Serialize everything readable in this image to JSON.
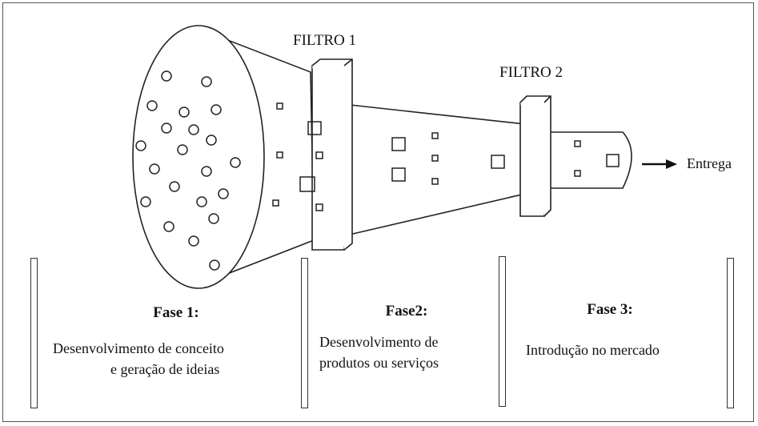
{
  "filters": [
    {
      "label": "FILTRO 1"
    },
    {
      "label": "FILTRO 2"
    }
  ],
  "delivery": {
    "label": "Entrega"
  },
  "phases": [
    {
      "title": "Fase 1:",
      "lines": [
        "Desenvolvimento de conceito",
        "e geração de ideias"
      ]
    },
    {
      "title": "Fase2:",
      "lines": [
        "Desenvolvimento de",
        "produtos ou serviços"
      ]
    },
    {
      "title": "Fase 3:",
      "lines": [
        "Introdução no mercado"
      ]
    }
  ]
}
